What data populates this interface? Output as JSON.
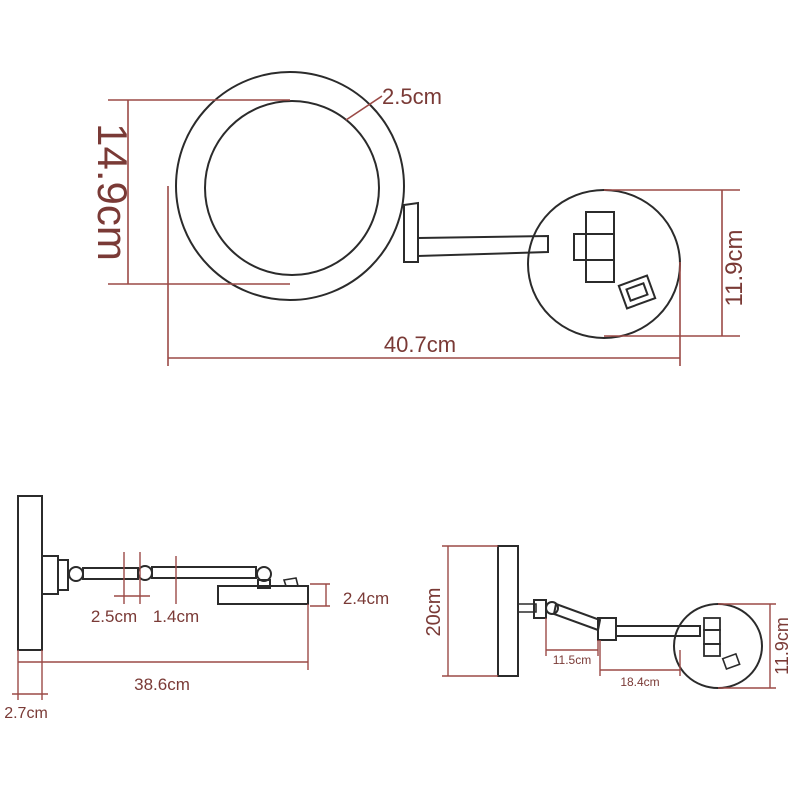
{
  "colors": {
    "outline": "#2b2b2b",
    "dimension_line": "#9b4a46",
    "dimension_text": "#7a3a36",
    "background": "#ffffff"
  },
  "front_view": {
    "height_label": "14.9cm",
    "ring_width_label": "2.5cm",
    "base_height_label": "11.9cm",
    "total_width_label": "40.7cm"
  },
  "side_view": {
    "arm_segment_label": "2.5cm",
    "joint_label": "1.4cm",
    "base_thickness_label": "2.4cm",
    "total_length_label": "38.6cm",
    "mirror_thickness_label": "2.7cm"
  },
  "extended_view": {
    "mirror_height_label": "20cm",
    "arm_short_label": "11.5cm",
    "arm_long_label": "18.4cm",
    "base_height_label": "11.9cm"
  }
}
